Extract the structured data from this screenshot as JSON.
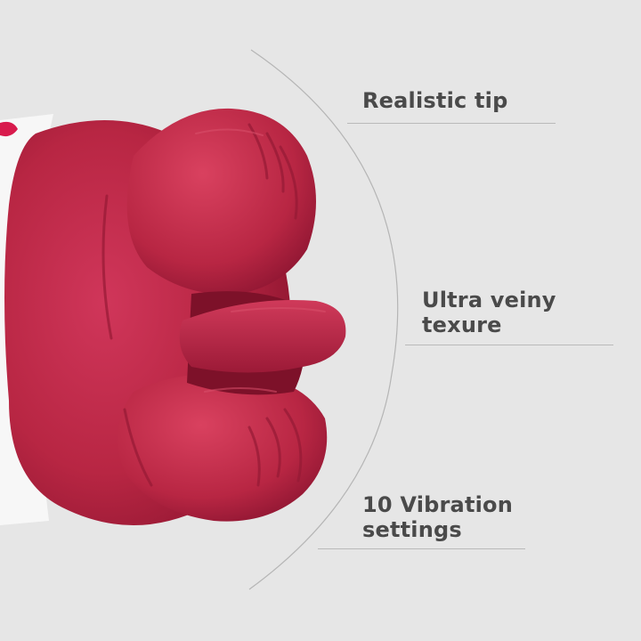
{
  "product": {
    "image_icon": "red-silicone-lips-tongue-toy",
    "colors": {
      "background": "#e6e6e6",
      "body": "#b82643",
      "shadow": "#8e1530",
      "highlight": "#d94a65",
      "handle": "#f7f7f7",
      "accent_button": "#d81b4d",
      "text": "#4a4a4a",
      "divider": "#b9b9b9"
    }
  },
  "features": [
    {
      "lines": [
        "Realistic tip"
      ]
    },
    {
      "lines": [
        "Ultra veiny",
        "texure"
      ]
    },
    {
      "lines": [
        "10 Vibration",
        "settings"
      ]
    }
  ]
}
